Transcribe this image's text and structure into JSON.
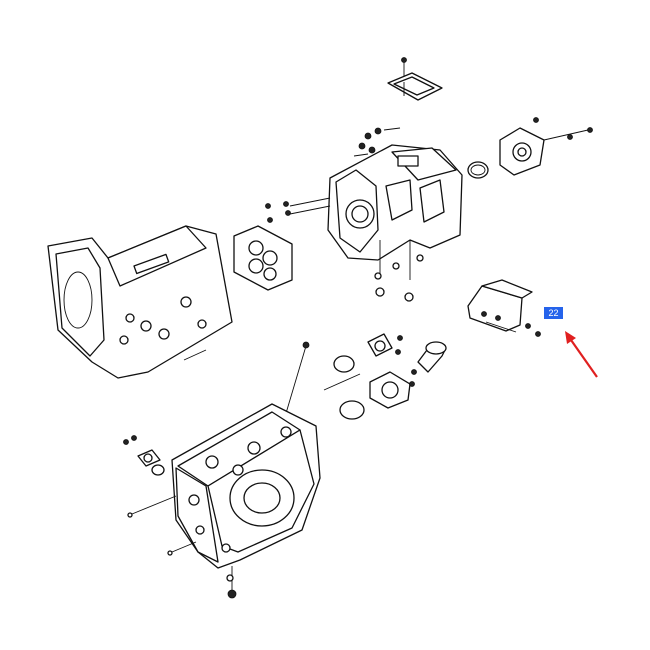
{
  "callout": {
    "label": "22",
    "background_color": "#2563eb",
    "text_color": "#ffffff"
  },
  "pointer_arrow": {
    "color": "#e02020",
    "icon": "red-arrow"
  },
  "diagram": {
    "style": "exploded parts line drawing",
    "line_color": "#111111",
    "background_color": "#ffffff"
  }
}
